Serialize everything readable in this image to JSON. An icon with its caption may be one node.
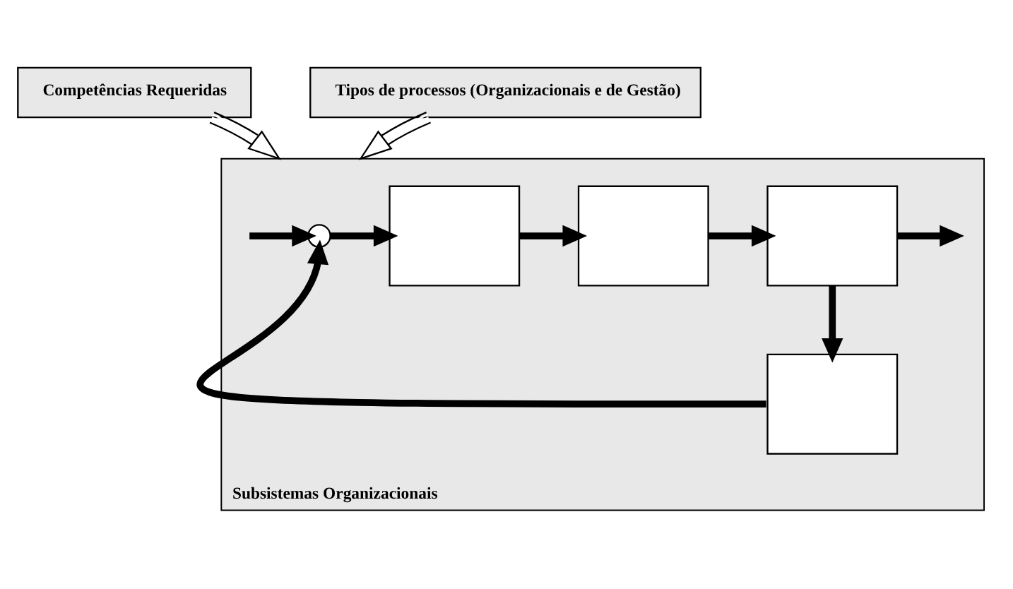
{
  "diagram": {
    "nodes": [
      {
        "text": [
          "Competências Requeridas"
        ]
      },
      {
        "text": [
          "Tipos de processos (Organizacionais e de Gestão)"
        ]
      },
      {
        "text": [
          "Subsistemas Organizacionais"
        ]
      },
      {
        "text": [],
        "shape": "circle",
        "in": 2
      },
      {
        "text": [],
        "shape": "box",
        "in": 2
      },
      {
        "text": [],
        "shape": "box",
        "in": 2
      },
      {
        "text": [],
        "shape": "box",
        "in": 2
      },
      {
        "text": [],
        "shape": "box",
        "in": 2
      }
    ],
    "edges": [
      {
        "from": 0,
        "to": 2,
        "arrow": "to"
      },
      {
        "from": 1,
        "to": 2,
        "arrow": "to"
      },
      {
        "from": null,
        "to": 3,
        "arrow": "to"
      },
      {
        "from": 3,
        "to": 4,
        "arrow": "to"
      },
      {
        "from": 4,
        "to": 5,
        "arrow": "to"
      },
      {
        "from": 5,
        "to": 6,
        "arrow": "to"
      },
      {
        "from": 6,
        "to": null,
        "arrow": "to"
      },
      {
        "from": 6,
        "to": 7,
        "arrow": "to"
      },
      {
        "from": 7,
        "to": 3,
        "arrow": "to"
      }
    ]
  }
}
